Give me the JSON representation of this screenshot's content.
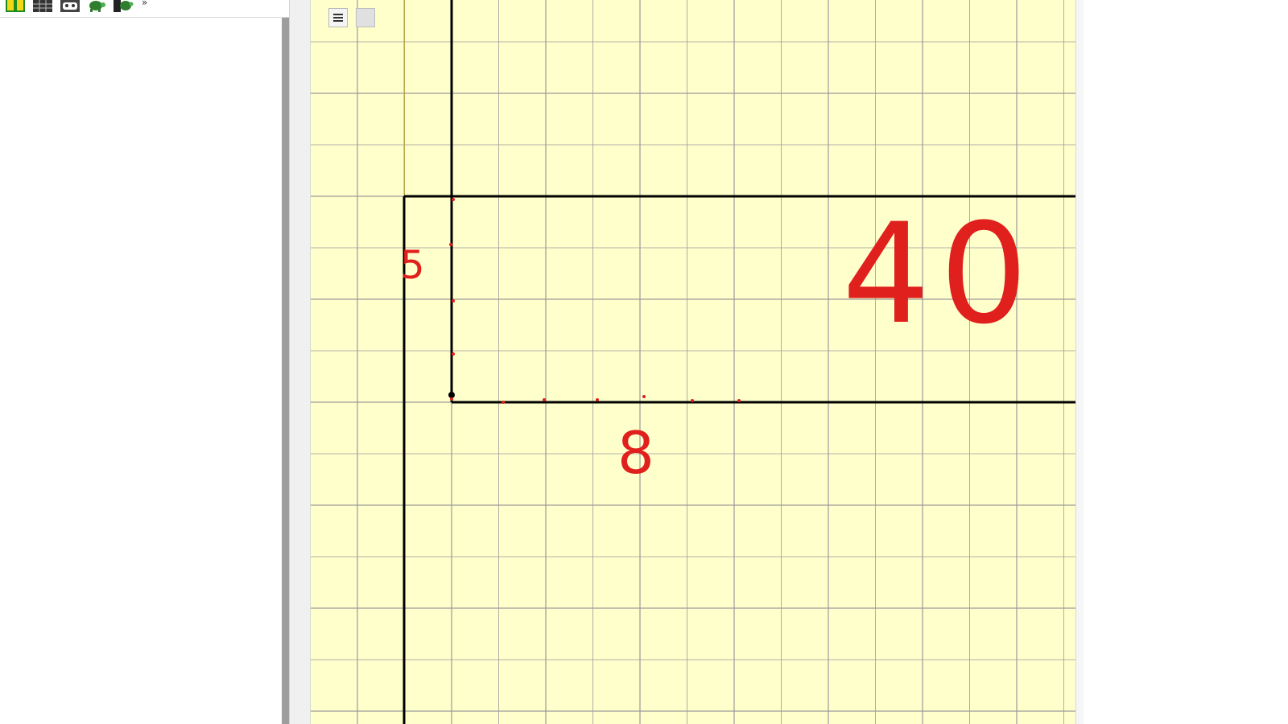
{
  "toolbar": {
    "buttons": [
      {
        "icon": "window-layout-icon"
      },
      {
        "icon": "grid-layout-icon"
      },
      {
        "icon": "gamepad-icon"
      },
      {
        "icon": "turtle-icon"
      },
      {
        "icon": "turtle-export-icon"
      }
    ],
    "more_label": "»"
  },
  "graphics_view": {
    "background": "#ffffcc",
    "grid_color": "#9a9a9a",
    "shape_color": "#000000",
    "annotation_color": "#e0201c",
    "handwritten_labels": {
      "height": "5",
      "width": "8",
      "area": "40"
    }
  },
  "colors": {
    "sidebar": "#ffffff",
    "scrollbar": "#9e9e9e"
  }
}
